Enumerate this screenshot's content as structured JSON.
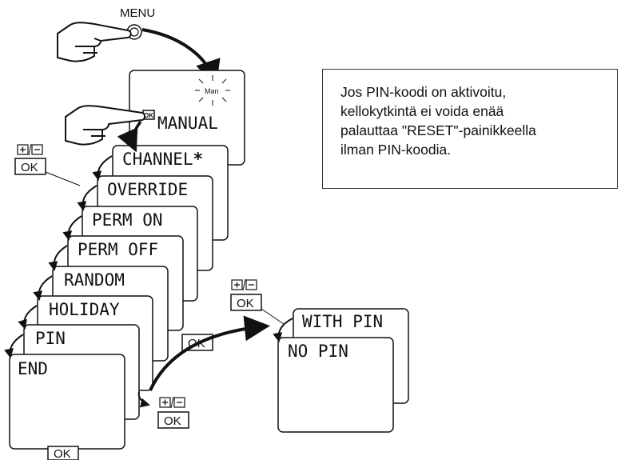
{
  "menu_label": "MENU",
  "man_label": "Man",
  "ok_label": "OK",
  "plusminus_label": "+/−",
  "screens": {
    "manual": "MANUAL",
    "channel": "CHANNEL",
    "channel_mark": "*",
    "override": "OVERRIDE",
    "perm_on": "PERM ON",
    "perm_off": "PERM OFF",
    "random": "RANDOM",
    "holiday": "HOLIDAY",
    "pin": "PIN",
    "end": "END",
    "with_pin": "WITH PIN",
    "no_pin": "NO PIN"
  },
  "note": {
    "line1": "Jos PIN-koodi on aktivoitu,",
    "line2": "kellokytkintä ei voida enää",
    "line3": "palauttaa \"RESET\"-painikkeella",
    "line4": "ilman PIN-koodia."
  }
}
